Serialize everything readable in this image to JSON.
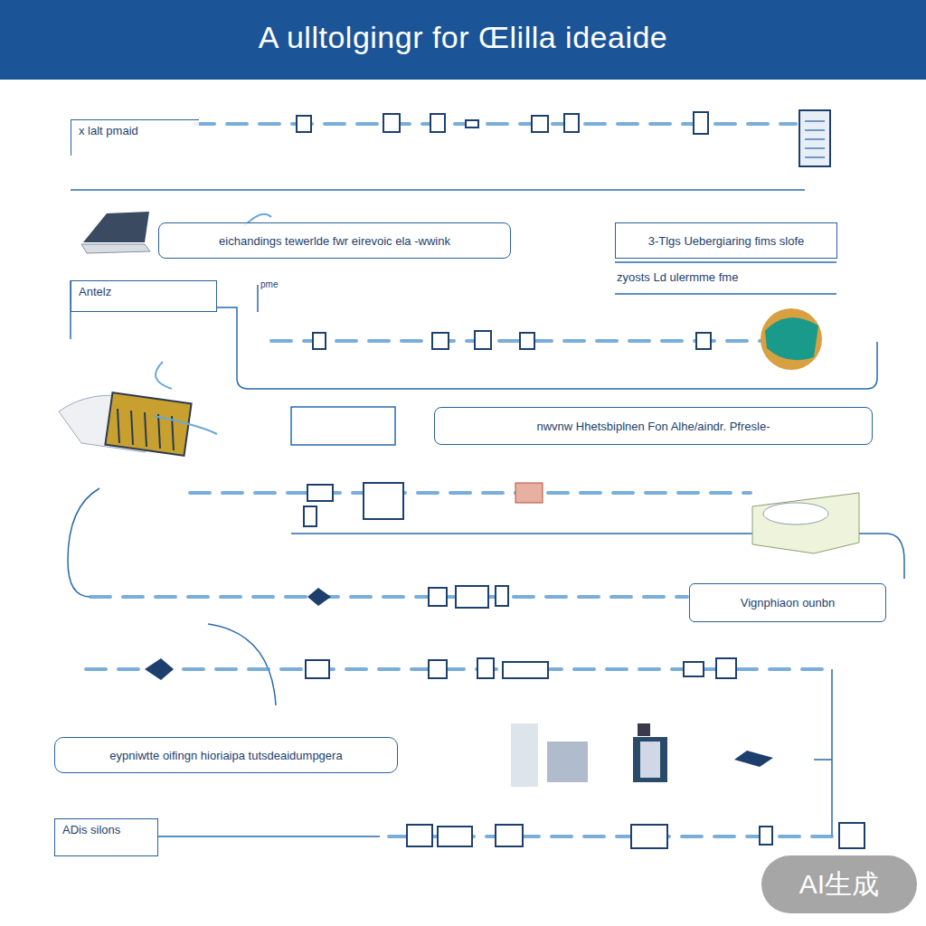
{
  "diagram": {
    "title": "A ulltolgingr for Œlilla ideaide",
    "nodes": [
      {
        "text": [
          "x lalt pmaid"
        ]
      },
      {
        "text": [
          "eichandings tewerlde fwr eirevoic ela -wwink"
        ]
      },
      {
        "text": [
          "3-Tlgs Uebergiaring fims slofe"
        ]
      },
      {
        "text": [
          "Antelz"
        ]
      },
      {
        "text": [
          "nwvnw Hhetsbiplnen Fon Alhe/aindr. Pfresle-"
        ]
      },
      {
        "text": [
          "Vignphiaon ounbn"
        ]
      },
      {
        "text": [
          "eypniwtte oifingn hioriaipa tutsdeaidumpgera"
        ]
      },
      {
        "text": [
          "ADis silons"
        ]
      }
    ],
    "labels": [
      "zyosts Ld ulermme fme",
      "pme",
      "AI生成"
    ]
  }
}
